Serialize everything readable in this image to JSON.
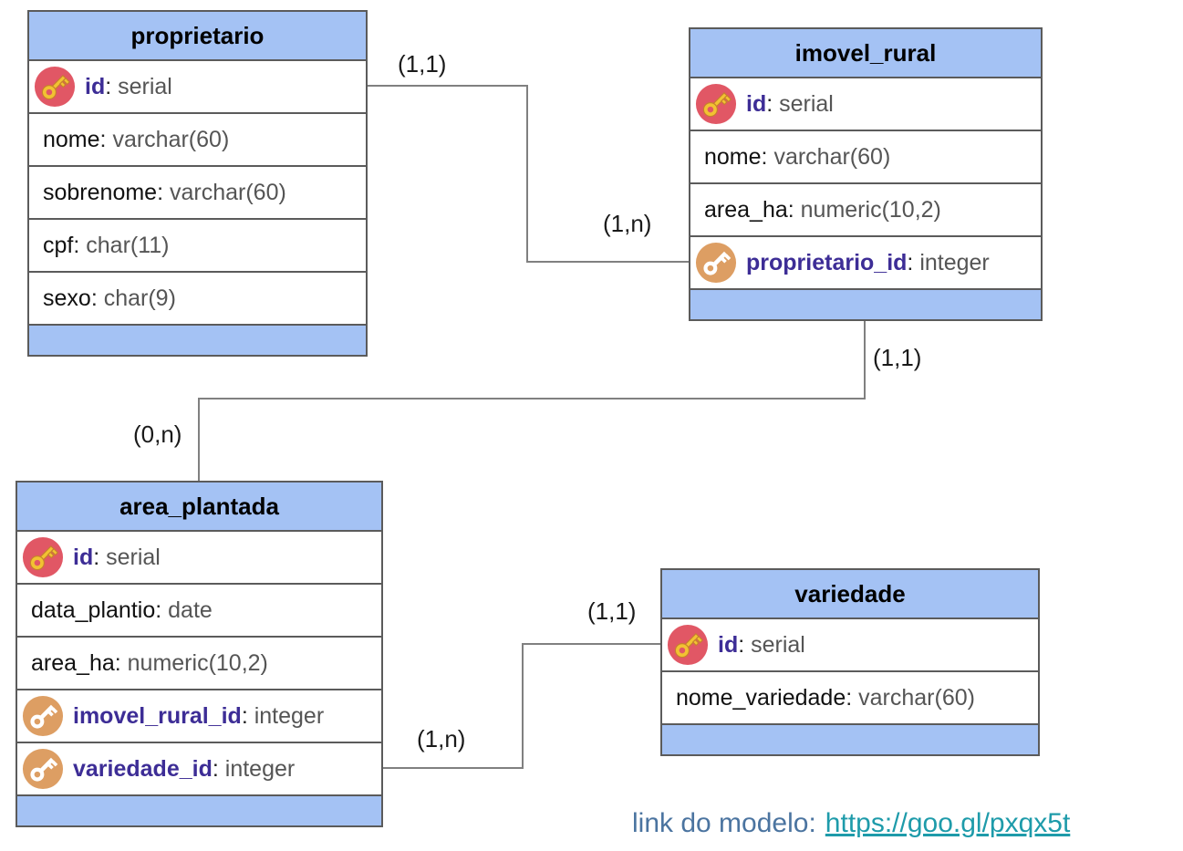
{
  "diagram": {
    "tables": [
      {
        "name": "proprietario",
        "fields": [
          {
            "name": "id",
            "type": "serial",
            "key": "primary"
          },
          {
            "name": "nome",
            "type": "varchar(60)"
          },
          {
            "name": "sobrenome",
            "type": "varchar(60)"
          },
          {
            "name": "cpf",
            "type": "char(11)"
          },
          {
            "name": "sexo",
            "type": "char(9)"
          }
        ]
      },
      {
        "name": "imovel_rural",
        "fields": [
          {
            "name": "id",
            "type": "serial",
            "key": "primary"
          },
          {
            "name": "nome",
            "type": "varchar(60)"
          },
          {
            "name": "area_ha",
            "type": "numeric(10,2)"
          },
          {
            "name": "proprietario_id",
            "type": "integer",
            "key": "foreign"
          }
        ]
      },
      {
        "name": "area_plantada",
        "fields": [
          {
            "name": "id",
            "type": "serial",
            "key": "primary"
          },
          {
            "name": "data_plantio",
            "type": "date"
          },
          {
            "name": "area_ha",
            "type": "numeric(10,2)"
          },
          {
            "name": "imovel_rural_id",
            "type": "integer",
            "key": "foreign"
          },
          {
            "name": "variedade_id",
            "type": "integer",
            "key": "foreign"
          }
        ]
      },
      {
        "name": "variedade",
        "fields": [
          {
            "name": "id",
            "type": "serial",
            "key": "primary"
          },
          {
            "name": "nome_variedade",
            "type": "varchar(60)"
          }
        ]
      }
    ],
    "relationships": [
      {
        "from": "proprietario",
        "to": "imovel_rural",
        "from_card": "(1,1)",
        "to_card": "(1,n)"
      },
      {
        "from": "imovel_rural",
        "to": "area_plantada",
        "from_card": "(1,1)",
        "to_card": "(0,n)"
      },
      {
        "from": "area_plantada",
        "to": "variedade",
        "from_card": "(1,n)",
        "to_card": "(1,1)"
      }
    ],
    "footer_note": {
      "label": "link do modelo:",
      "url": "https://goo.gl/pxqx5t"
    },
    "colors": {
      "header_fill": "#a4c2f4",
      "table_border": "#5b5b5b",
      "relationship_line": "#808080",
      "pk_circle": "#e15765",
      "pk_key": "#f2c232",
      "pk_key_outline": "#c77f2e",
      "fk_circle": "#dd9e63",
      "fk_key": "#ffffff",
      "key_name_text": "#3d2d96",
      "field_type_text": "#555555",
      "note_label": "#4b74a0",
      "note_url": "#1e9baa"
    }
  }
}
